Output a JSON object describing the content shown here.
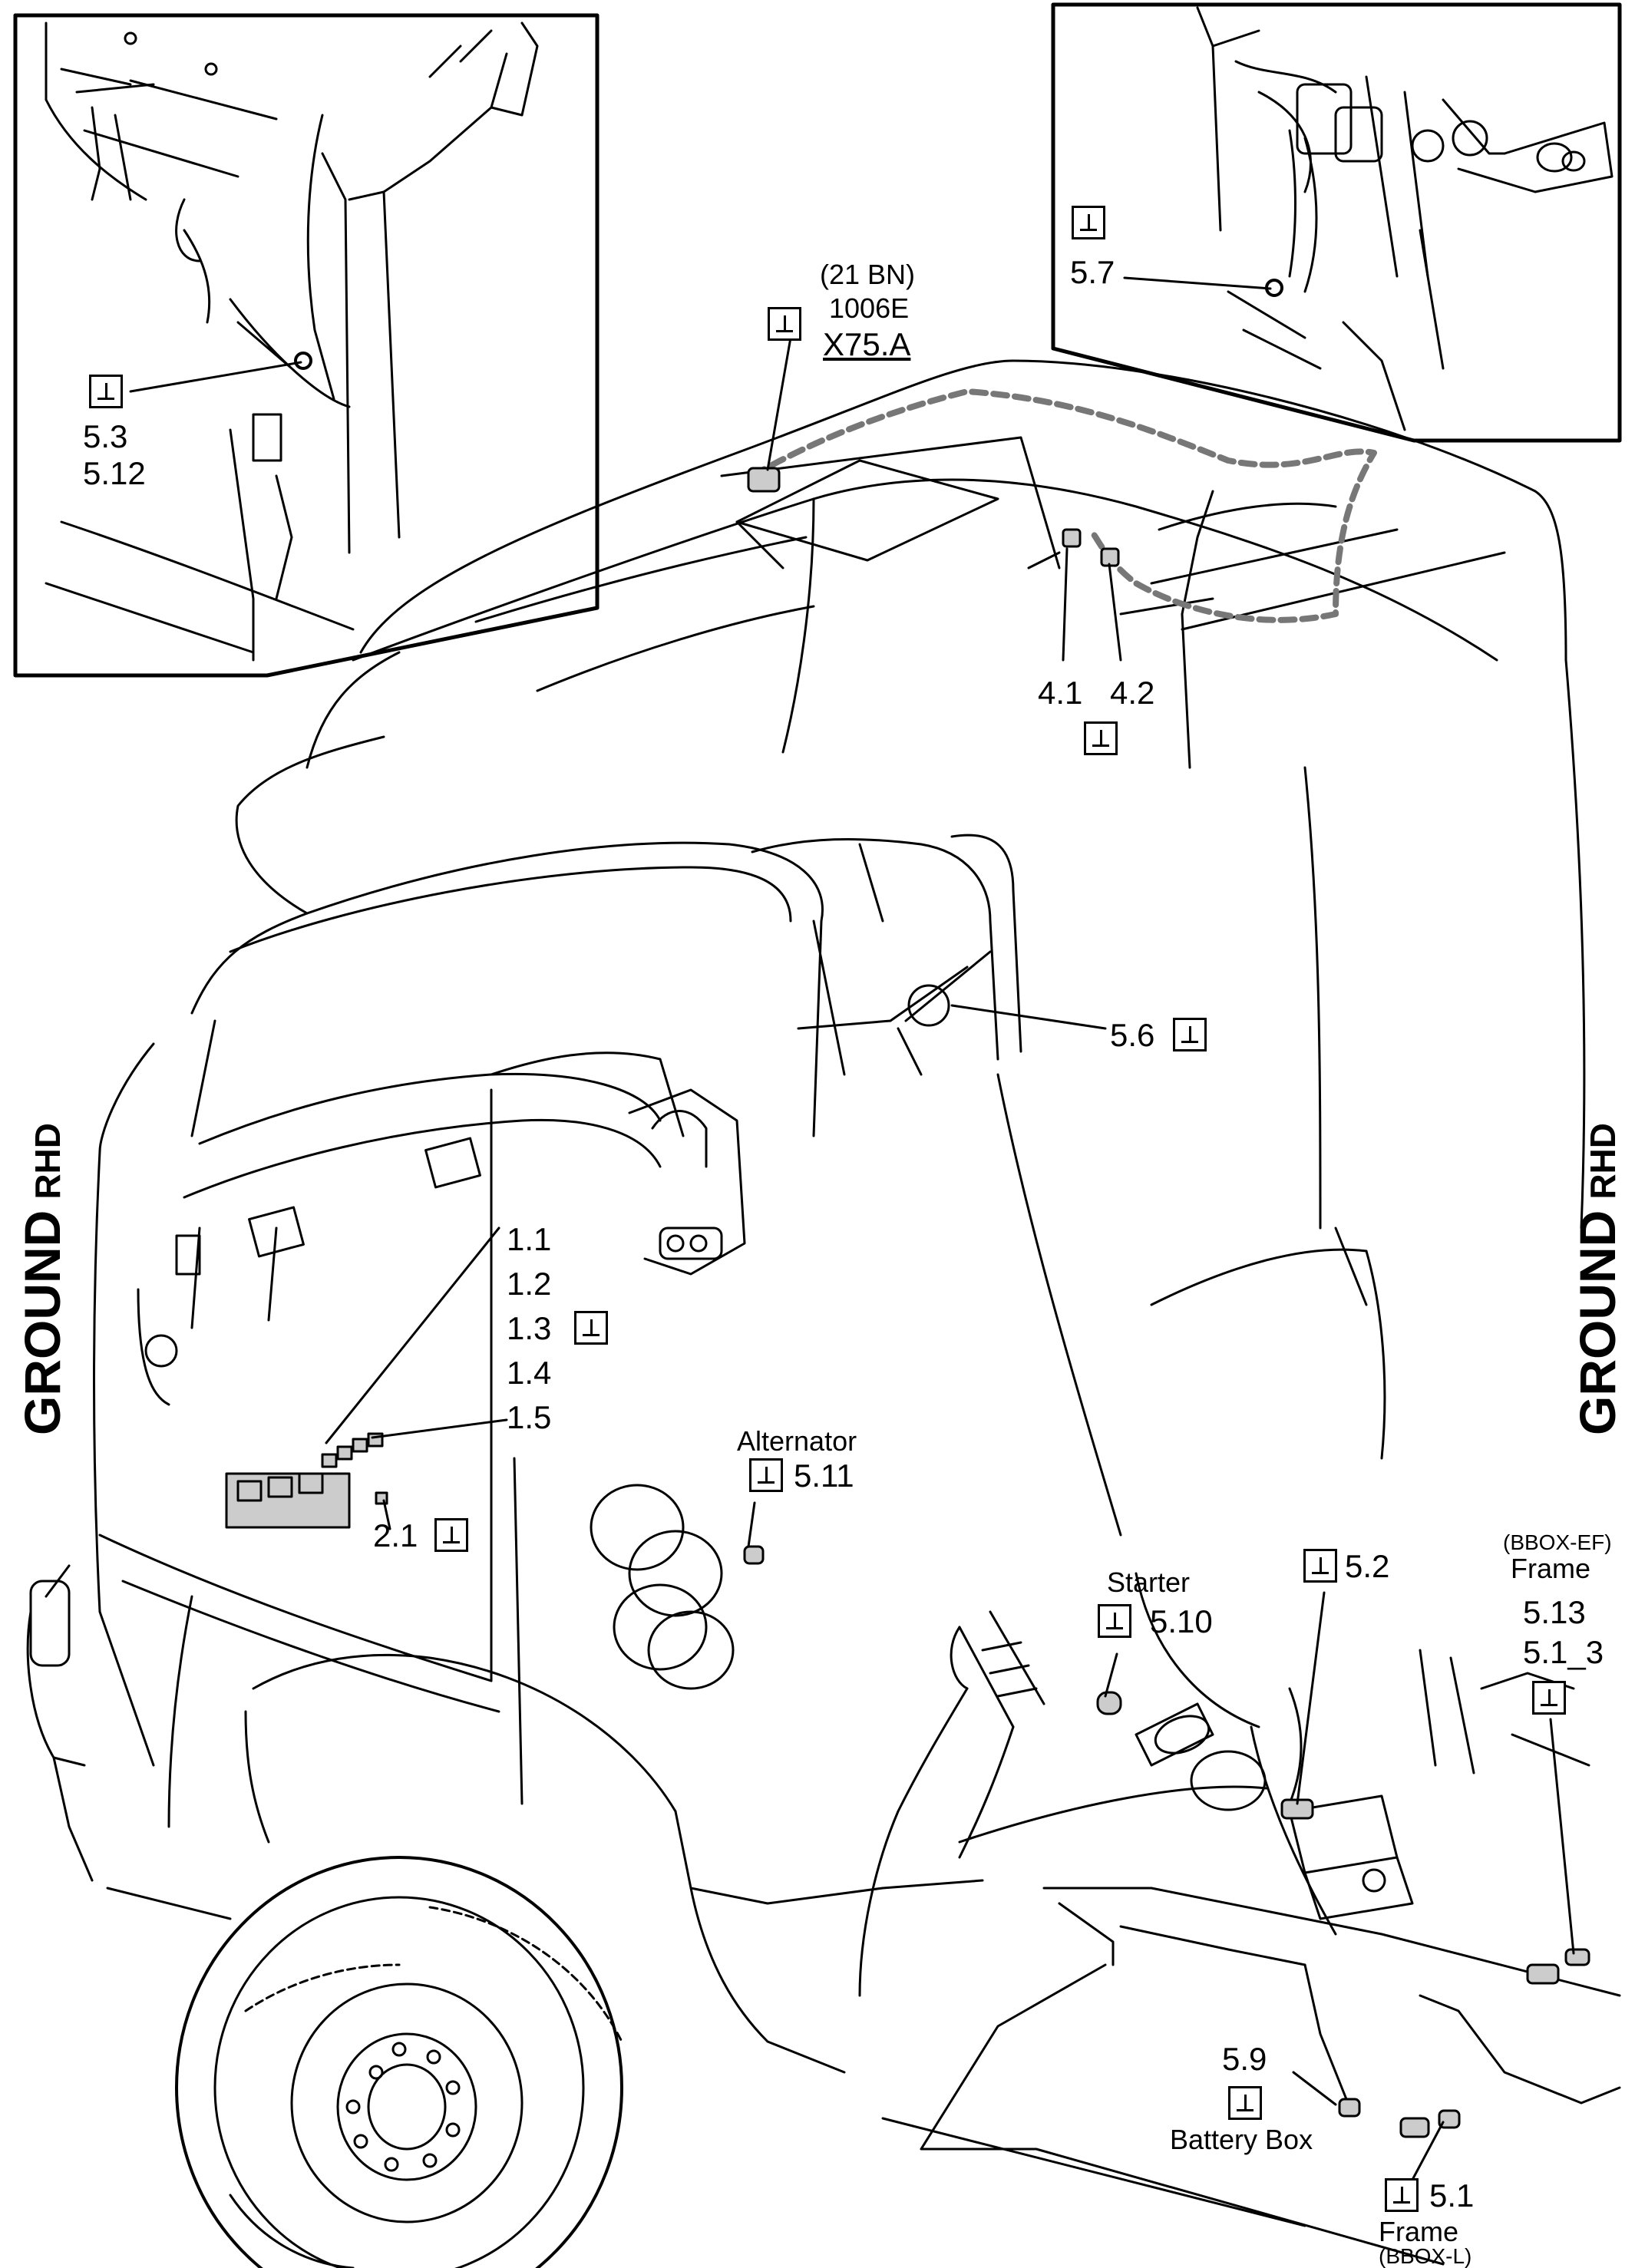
{
  "side_title_left": {
    "main": "GROUND",
    "sub": "RHD"
  },
  "side_title_right": {
    "main": "GROUND",
    "sub": "RHD"
  },
  "connector": {
    "circuit": "(21 BN)",
    "wire": "1006E",
    "id": "X75.A"
  },
  "ground_points": {
    "p5_3": "5.3",
    "p5_12": "5.12",
    "p5_7": "5.7",
    "p4_1": "4.1",
    "p4_2": "4.2",
    "p5_6": "5.6",
    "p1_1": "1.1",
    "p1_2": "1.2",
    "p1_3": "1.3",
    "p1_4": "1.4",
    "p1_5": "1.5",
    "p2_1": "2.1",
    "p5_11": "5.11",
    "p5_10": "5.10",
    "p5_2": "5.2",
    "p5_13": "5.13",
    "p5_1_3": "5.1_3",
    "p5_9": "5.9",
    "p5_1": "5.1"
  },
  "component_labels": {
    "alternator": "Alternator",
    "starter": "Starter",
    "frame_bbox_ef_note": "(BBOX-EF)",
    "frame_top": "Frame",
    "battery_box": "Battery Box",
    "frame_bottom": "Frame",
    "frame_bbox_l_note": "(BBOX-L)"
  }
}
